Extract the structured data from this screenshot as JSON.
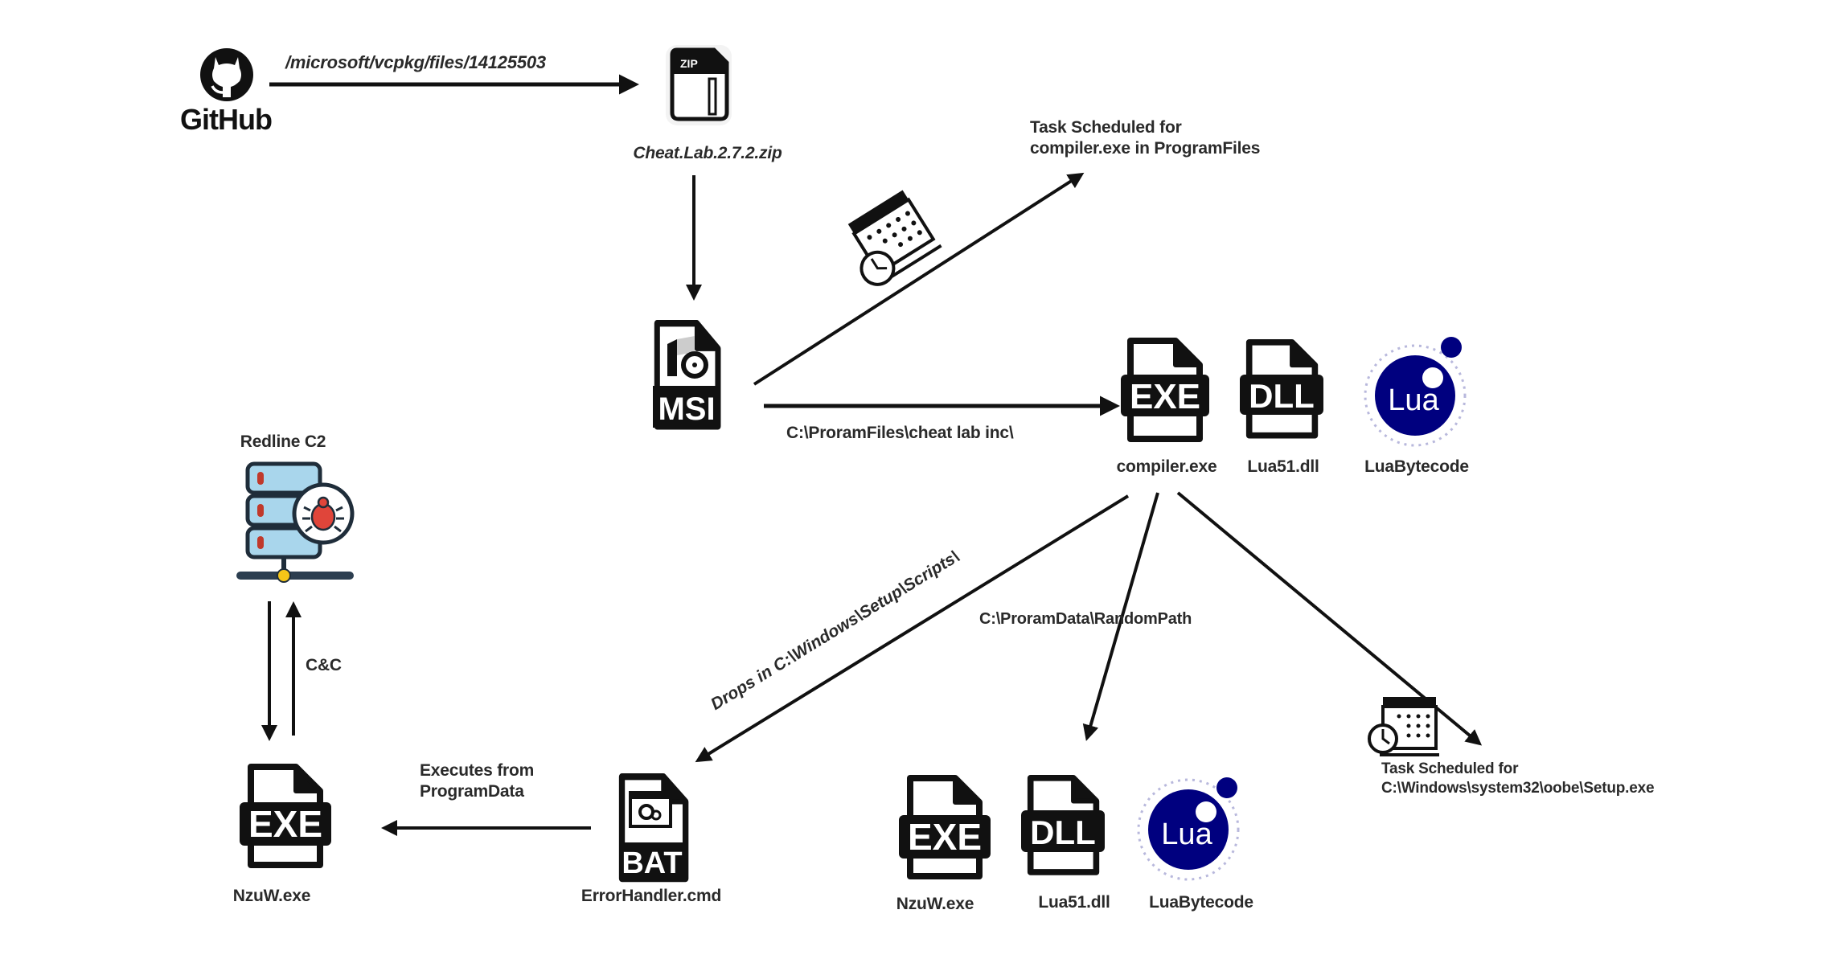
{
  "diagram": {
    "title": "Redline stealer infection chain via GitHub-hosted archive",
    "nodes": {
      "github": {
        "label": "GitHub",
        "icon": "github-octocat-icon"
      },
      "zip": {
        "label": "Cheat.Lab.2.7.2.zip",
        "icon": "zip-file-icon",
        "badge": "ZIP"
      },
      "msi": {
        "label": "",
        "icon": "msi-installer-icon",
        "badge": "MSI"
      },
      "top_cluster": [
        {
          "label": "compiler.exe",
          "icon": "exe-file-icon",
          "badge": "EXE"
        },
        {
          "label": "Lua51.dll",
          "icon": "dll-file-icon",
          "badge": "DLL"
        },
        {
          "label": "LuaBytecode",
          "icon": "lua-logo-icon",
          "badge": "Lua"
        }
      ],
      "task_top": {
        "line1": "Task Scheduled for",
        "line2": "compiler.exe in ProgramFiles"
      },
      "task_bottom": {
        "line1": "Task Scheduled for",
        "line2": "C:\\Windows\\system32\\oobe\\Setup.exe"
      },
      "c2": {
        "label": "Redline C2",
        "icon": "malicious-server-icon"
      },
      "nzuw_left": {
        "label": "NzuW.exe",
        "icon": "exe-file-icon",
        "badge": "EXE"
      },
      "bat": {
        "label": "ErrorHandler.cmd",
        "icon": "bat-file-icon",
        "badge": "BAT"
      },
      "bottom_cluster": [
        {
          "label": "NzuW.exe",
          "icon": "exe-file-icon",
          "badge": "EXE"
        },
        {
          "label": "Lua51.dll",
          "icon": "dll-file-icon",
          "badge": "DLL"
        },
        {
          "label": "LuaBytecode",
          "icon": "lua-logo-icon",
          "badge": "Lua"
        }
      ]
    },
    "edges": {
      "github_to_zip": "/microsoft/vcpkg/files/14125503",
      "msi_to_compiler": "C:\\ProramFiles\\cheat lab inc\\",
      "compiler_to_bat": "Drops in C:\\Windows\\Setup\\Scripts\\",
      "compiler_to_programdata": "C:\\ProramData\\RandomPath",
      "c2_link": "C&C",
      "bat_to_nzuw_line1": "Executes from",
      "bat_to_nzuw_line2": "ProgramData"
    },
    "colors": {
      "ink": "#111111",
      "lua_blue": "#00007f",
      "server_blue": "#a9d6ec",
      "bug_red": "#e0453a",
      "node_gold": "#f5c518"
    }
  }
}
